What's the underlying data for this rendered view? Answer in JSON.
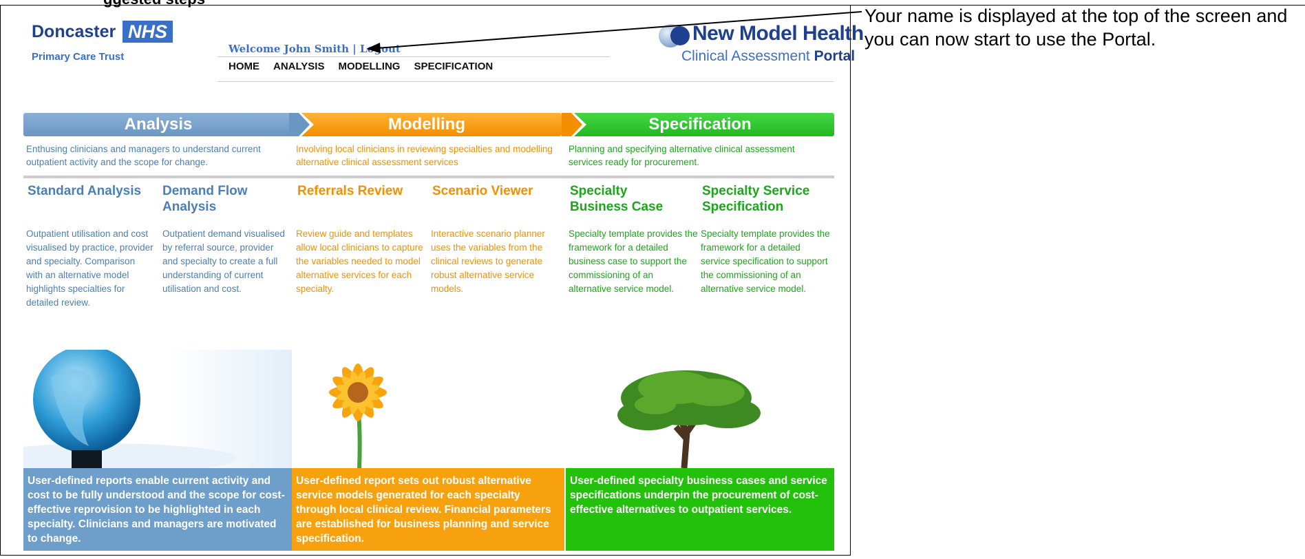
{
  "doc": {
    "cut_text": "     ggested steps",
    "note": "Your name is displayed at the top of the screen and you can now start to use the Portal."
  },
  "header": {
    "logo_org": "Doncaster",
    "logo_nhs": "NHS",
    "logo_trust": "Primary Care Trust",
    "welcome_prefix": "Welcome John Smith | ",
    "logout": "Logout",
    "nav": [
      "HOME",
      "ANALYSIS",
      "MODELLING",
      "SPECIFICATION"
    ],
    "brand_title": "New Model Health",
    "brand_sub1": "Clinical Assessment",
    "brand_sub2": "Portal"
  },
  "sections": {
    "analysis": {
      "title": "Analysis",
      "intro": "Enthusing clinicians and managers to understand current outpatient activity and the scope for change.",
      "col1_title": "Standard Analysis",
      "col1_body": "Outpatient utilisation and cost visualised by practice, provider and specialty. Comparison with an alternative model highlights specialties for detailed review.",
      "col2_title": "Demand Flow Analysis",
      "col2_body": "Outpatient demand visualised by referral source, provider and specialty to create a full understanding of current utilisation and cost.",
      "caption": "User-defined reports enable current activity and cost to be fully understood and the scope for cost-effective reprovision to be highlighted in each specialty. Clinicians and managers are motivated to change."
    },
    "modelling": {
      "title": "Modelling",
      "intro": "Involving local clinicians in reviewing specialties and modelling alternative clinical assessment services",
      "col1_title": "Referrals Review",
      "col1_body": "Review guide and templates allow local clinicians to capture the variables needed to model alternative services for each specialty.",
      "col2_title": "Scenario Viewer",
      "col2_body": "Interactive scenario planner uses the variables from the clinical reviews to generate robust alternative service models.",
      "caption": "User-defined report sets out robust alternative service models generated for each specialty through local clinical review. Financial parameters are established for business planning and service specification."
    },
    "specification": {
      "title": "Specification",
      "intro": "Planning and specifying alternative clinical assessment services ready for procurement.",
      "col1_title": "Specialty Business Case",
      "col1_body": "Specialty template provides the framework for a detailed business case to support the commissioning of an alternative service model.",
      "col2_title": "Specialty Service Specification",
      "col2_body": "Specialty template provides the framework for a detailed service specification to support the commissioning of an alternative service model.",
      "caption": "User-defined specialty business cases and service specifications underpin the procurement of cost-effective alternatives to outpatient services."
    }
  },
  "icons": [
    "globe-image",
    "flower-image",
    "tree-image",
    "nmh-logo-icon"
  ],
  "colors": {
    "analysis": "#6e9fcb",
    "modelling": "#f39000",
    "specification": "#23c10b",
    "brand": "#1f3f8f"
  }
}
